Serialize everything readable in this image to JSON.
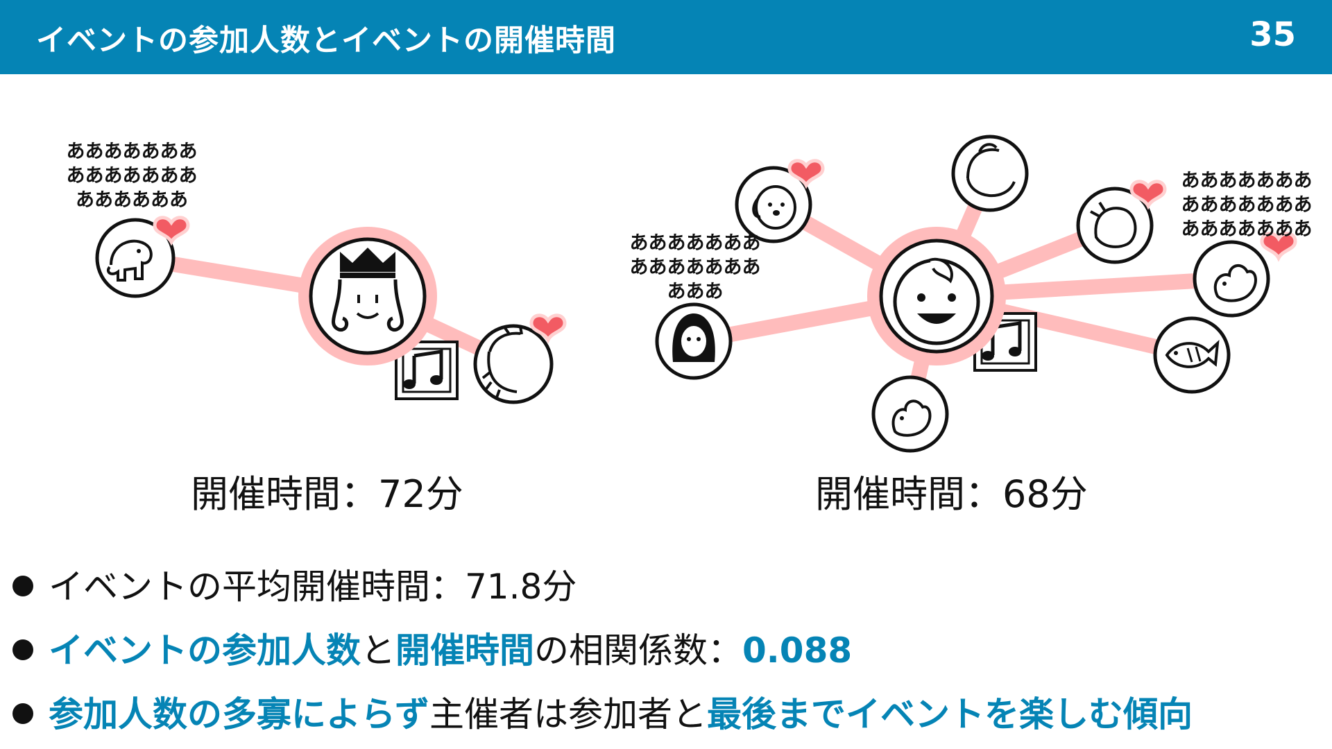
{
  "header": {
    "title": "イベントの参加人数とイベントの開催時間",
    "page_number": "35"
  },
  "colors": {
    "header_bg": "#0584b5",
    "link": "#ffbcbc",
    "heart": "#f25b63",
    "highlight": "#0584b5"
  },
  "left_event": {
    "caption": "開催時間：72分",
    "comment_lines": [
      "あああああああ",
      "あああああああ",
      "ああああああ"
    ],
    "center_icon": "queen-icon",
    "participant_icons": [
      "elephant-icon",
      "lion-icon"
    ],
    "music_icon": "music-note-icon"
  },
  "right_event": {
    "caption": "開催時間：68分",
    "comment_left_lines": [
      "あああああああ",
      "あああああああ",
      "あああ"
    ],
    "comment_right_lines": [
      "あああああああ",
      "あああああああ",
      "あああああああ"
    ],
    "center_icon": "boy-icon",
    "participant_icons": [
      "dog-icon",
      "baby-icon",
      "bird-icon",
      "squirrel-icon",
      "fish-icon",
      "squirrel-icon",
      "girl-hood-icon"
    ],
    "music_icon": "music-note-icon"
  },
  "bullets": [
    {
      "parts": [
        {
          "text": "イベントの平均開催時間：71.8分",
          "hl": false
        }
      ]
    },
    {
      "parts": [
        {
          "text": "イベントの参加人数",
          "hl": true
        },
        {
          "text": "と",
          "hl": false
        },
        {
          "text": "開催時間",
          "hl": true
        },
        {
          "text": "の相関係数：",
          "hl": false
        },
        {
          "text": "0.088",
          "hl": true
        }
      ]
    },
    {
      "parts": [
        {
          "text": "参加人数の多寡によらず",
          "hl": true
        },
        {
          "text": "主催者は参加者と",
          "hl": false
        },
        {
          "text": "最後までイベントを楽しむ傾向",
          "hl": true
        }
      ]
    }
  ]
}
